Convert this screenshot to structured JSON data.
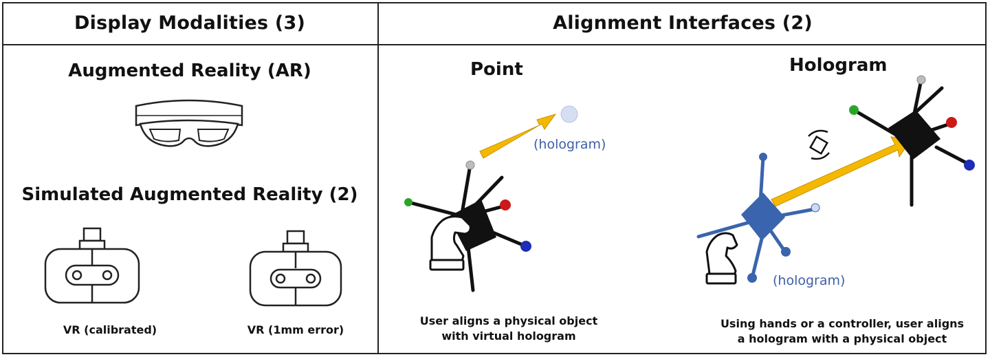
{
  "headers": {
    "left": "Display Modalities (3)",
    "right": "Alignment Interfaces (2)"
  },
  "display": {
    "ar_title": "Augmented Reality (AR)",
    "sim_title": "Simulated Augmented Reality (2)",
    "vr_calibrated": "VR (calibrated)",
    "vr_error": "VR (1mm error)"
  },
  "alignment": {
    "point_title": "Point",
    "point_hologram": "(hologram)",
    "point_caption_1": "User aligns a physical object",
    "point_caption_2": "with virtual hologram",
    "hologram_title": "Hologram",
    "hologram_label": "(hologram)",
    "hologram_caption_1": "Using hands or a controller, user aligns",
    "hologram_caption_2": "a hologram with a physical object"
  },
  "colors": {
    "arrow": "#f5b800",
    "hologram_blue": "#3a64ad",
    "marker_red": "#cc1a1a",
    "marker_green": "#2aa52a",
    "marker_blue": "#1d2db5",
    "marker_gray": "#bdbdbd"
  }
}
